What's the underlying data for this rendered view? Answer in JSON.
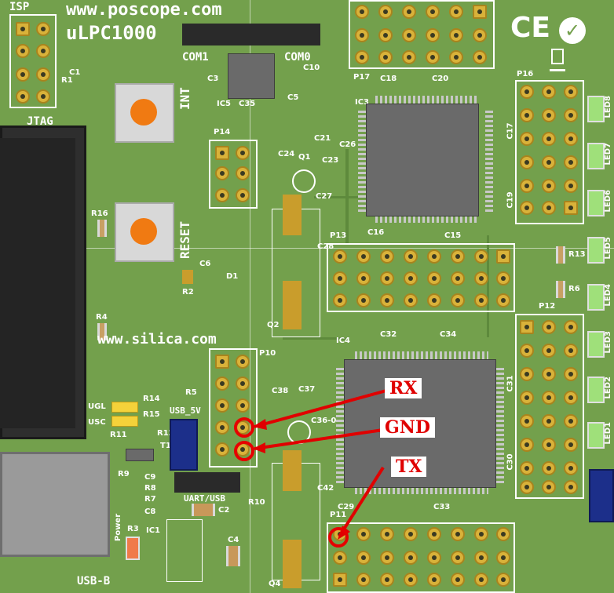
{
  "board": {
    "url_top": "www.poscope.com",
    "model": "uLPC1000",
    "url_mid": "www.silica.com",
    "labels": {
      "isp": "ISP",
      "jtag": "JTAG",
      "com1": "COM1",
      "com0": "COM0",
      "int": "INT",
      "reset": "RESET",
      "usb_5v": "USB_5V",
      "uart_usb": "UART/USB",
      "usb_b": "USB-B",
      "power": "Power",
      "ugl": "UGL",
      "usc": "USC",
      "ce": "CE"
    },
    "parts": {
      "ic1": "IC1",
      "ic3": "IC3",
      "ic4": "IC4",
      "ic5": "IC5",
      "p10": "P10",
      "p11": "P11",
      "p12": "P12",
      "p13": "P13",
      "p14": "P14",
      "p16": "P16",
      "p17": "P17",
      "q1": "Q1",
      "q2": "Q2",
      "q4": "Q4",
      "t1": "T1",
      "d1": "D1",
      "r1": "R1",
      "r2": "R2",
      "r3": "R3",
      "r4": "R4",
      "r5": "R5",
      "r6": "R6",
      "r7": "R7",
      "r8": "R8",
      "r9": "R9",
      "r10": "R10",
      "r11": "R11",
      "r12": "R12",
      "r13": "R13",
      "r14": "R14",
      "r15": "R15",
      "r16": "R16",
      "c1": "C1",
      "c2": "C2",
      "c3": "C3",
      "c4": "C4",
      "c5": "C5",
      "c6": "C6",
      "c8": "C8",
      "c9": "C9",
      "c10": "C10",
      "c15": "C15",
      "c16": "C16",
      "c17": "C17",
      "c18": "C18",
      "c19": "C19",
      "c20": "C20",
      "c21": "C21",
      "c23": "C23",
      "c24": "C24",
      "c26": "C26",
      "c27": "C27",
      "c28": "C28",
      "c29": "C29",
      "c30": "C30",
      "c31": "C31",
      "c32": "C32",
      "c33": "C33",
      "c34": "C34",
      "c35": "C35",
      "c36": "C36-0",
      "c37": "C37",
      "c38": "C38",
      "c42": "C42"
    },
    "leds": [
      "LED8",
      "LED7",
      "LED6",
      "LED5",
      "LED4",
      "LED3",
      "LED2",
      "LED1"
    ]
  },
  "annotations": {
    "rx": "RX",
    "gnd": "GND",
    "tx": "TX",
    "color": "#e00000"
  }
}
